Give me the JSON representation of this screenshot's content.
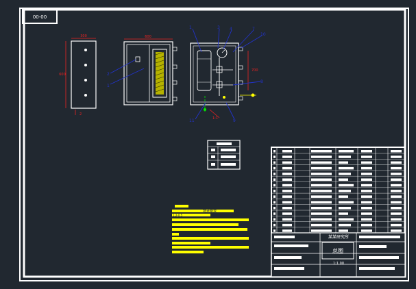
{
  "drawing": {
    "corner_tag": "00-00",
    "title_block": {
      "drawing_name": "总图",
      "company": "某某研究所",
      "sheet_no": "1:1 00"
    },
    "dims": {
      "side_width": "300",
      "side_height": "600",
      "side_bottom": "2",
      "front_width": "600",
      "rear_height": "700",
      "rear_bottom": "1:1"
    },
    "balloons": [
      "1",
      "2",
      "3",
      "4",
      "5",
      "6",
      "7",
      "8",
      "9",
      "10",
      "11"
    ],
    "notes": {
      "line1": "技术要求",
      "line2": "1.2-0.5"
    }
  },
  "colors": {
    "background": "#212830",
    "frame": "#ffffff",
    "leader": "#2233cc",
    "dimension": "#ee2222",
    "highlight": "#ffff00",
    "axis": "#00ee00",
    "fill_pattern": "#d8d400"
  }
}
